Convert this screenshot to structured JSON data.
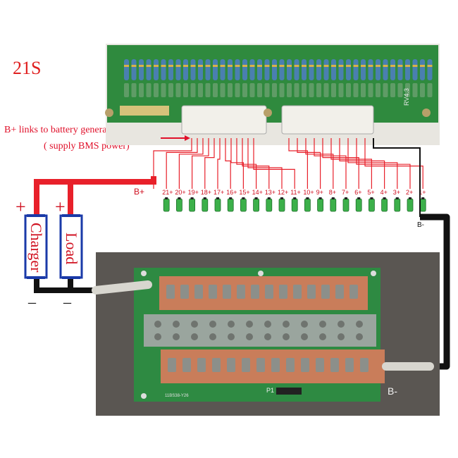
{
  "title": "21S",
  "note_line1": "B+ links to battery general positive end",
  "note_line2": "( supply BMS power)",
  "cells": [
    "B+",
    "21+",
    "20+",
    "19+",
    "18+",
    "17+",
    "16+",
    "15+",
    "14+",
    "13+",
    "12+",
    "11+",
    "10+",
    "9+",
    "8+",
    "7+",
    "6+",
    "5+",
    "4+",
    "3+",
    "2+",
    "1+"
  ],
  "bminus_top": "B-",
  "charger": {
    "label": "Charger",
    "plus": "+",
    "minus": "_"
  },
  "load": {
    "label": "Load",
    "plus": "+",
    "minus": "_"
  },
  "board": {
    "p1_label": "P1",
    "bminus_label": "B-",
    "silk": "11BS38-Y26",
    "top_silk": "RV4.3"
  },
  "colors": {
    "wire_red": "#e8202a",
    "wire_black": "#111111",
    "pcb_green": "#2f8a3e",
    "copper": "#c97d5a"
  }
}
